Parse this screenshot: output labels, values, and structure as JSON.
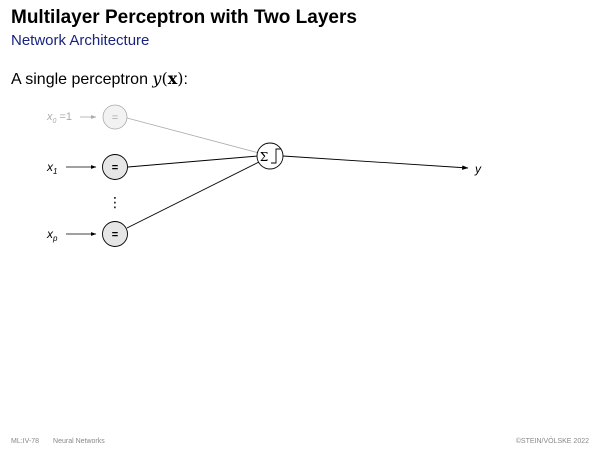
{
  "title": "Multilayer Perceptron with Two Layers",
  "subtitle": "Network Architecture",
  "intro": {
    "text": "A single perceptron ",
    "math_fn": "y",
    "math_paren_open": "(",
    "math_arg": "x",
    "math_paren_close": ")",
    "suffix": ":"
  },
  "diagram": {
    "inputs": [
      {
        "var": "x",
        "sub": "0",
        "suffix": " =1",
        "faded": true
      },
      {
        "var": "x",
        "sub": "1",
        "suffix": "",
        "faded": false
      },
      {
        "var": "x",
        "sub": "p",
        "suffix": "",
        "faded": false
      }
    ],
    "input_node_symbol": "=",
    "dots": "⋮",
    "sum_symbol": "Σ",
    "output_label": "y"
  },
  "footer": {
    "left_id": "ML:IV-78",
    "left_topic": "Neural Networks",
    "right": "©STEIN/VÖLSKE 2022"
  },
  "colors": {
    "subtitle": "#1a237e",
    "node_fill": "#e6e6e6",
    "faded": "#aaaaaa"
  }
}
